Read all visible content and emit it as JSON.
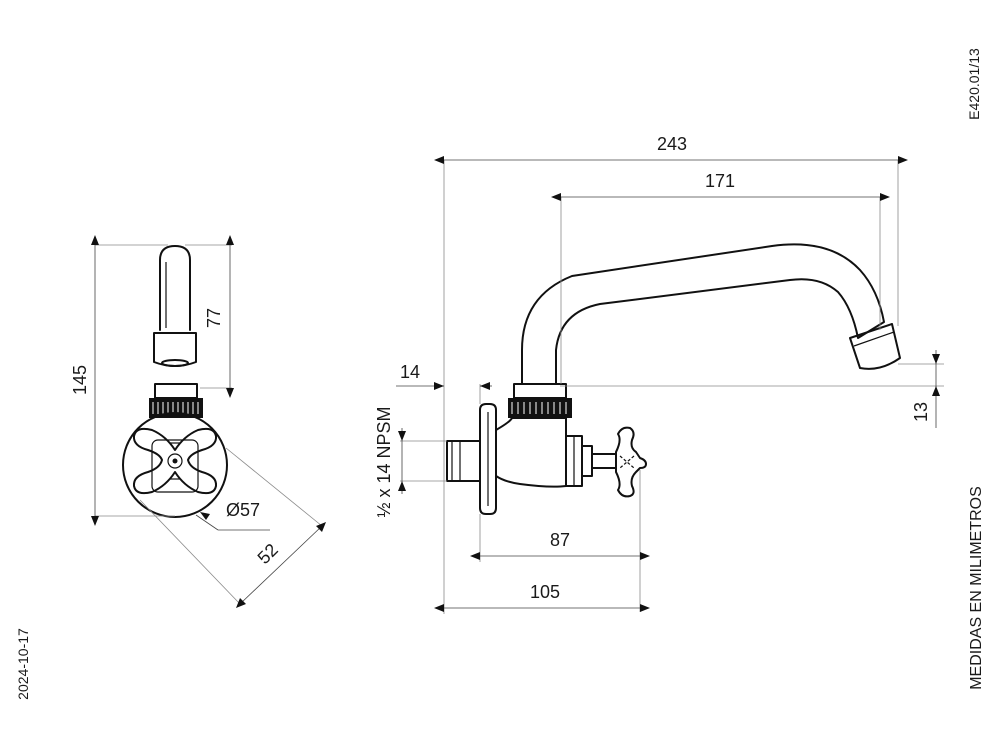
{
  "drawing": {
    "code": "E420.01/13",
    "date": "2024-10-17",
    "units_note": "MEDIDAS EN MILIMETROS",
    "thread_label": "½ x 14 NPSM"
  },
  "dimensions": {
    "overall_width": "243",
    "spout_reach": "171",
    "wall_offset": "14",
    "spout_drop": "13",
    "handle_depth": "87",
    "total_depth": "105",
    "total_height": "145",
    "spout_height": "77",
    "flange_diameter": "Ø57",
    "handle_diagonal": "52"
  }
}
